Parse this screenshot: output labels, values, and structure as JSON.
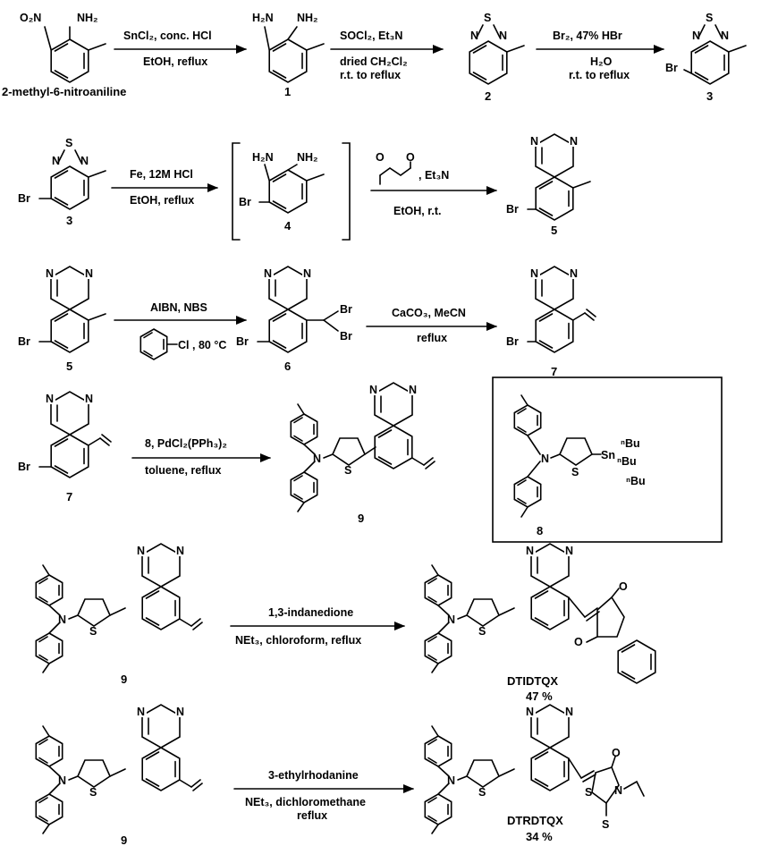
{
  "rows": [
    {
      "compounds": [
        {
          "id": "sm",
          "label": "2-methyl-6-nitroaniline"
        },
        {
          "id": "c1",
          "label": "1"
        },
        {
          "id": "c2",
          "label": "2"
        },
        {
          "id": "c3",
          "label": "3"
        }
      ],
      "steps": [
        {
          "above": "SnCl₂, conc. HCl",
          "below": "EtOH, reflux"
        },
        {
          "above": "SOCl₂, Et₃N",
          "below": "dried CH₂Cl₂",
          "below2": "r.t. to reflux"
        },
        {
          "above": "Br₂, 47% HBr",
          "below": "H₂O",
          "below2": "r.t. to reflux"
        }
      ]
    },
    {
      "compounds": [
        {
          "id": "c3b",
          "label": "3"
        },
        {
          "id": "c4",
          "label": "4"
        },
        {
          "id": "c5",
          "label": "5"
        }
      ],
      "steps": [
        {
          "above": "Fe, 12M HCl",
          "below": "EtOH, reflux"
        },
        {
          "above": ", Et₃N",
          "below": "EtOH, r.t."
        }
      ]
    },
    {
      "compounds": [
        {
          "id": "c5b",
          "label": "5"
        },
        {
          "id": "c6",
          "label": "6"
        },
        {
          "id": "c7",
          "label": "7"
        }
      ],
      "steps": [
        {
          "above": "AIBN, NBS",
          "below": ", 80 °C"
        },
        {
          "above": "CaCO₃, MeCN",
          "below": "reflux"
        }
      ]
    },
    {
      "compounds": [
        {
          "id": "c7b",
          "label": "7"
        },
        {
          "id": "c9",
          "label": "9"
        },
        {
          "id": "c8",
          "label": "8"
        }
      ],
      "steps": [
        {
          "above": "8, PdCl₂(PPh₃)₂",
          "below": "toluene, reflux"
        }
      ]
    },
    {
      "compounds": [
        {
          "id": "c9b",
          "label": "9"
        },
        {
          "id": "dtidtqx",
          "label": "DTIDTQX",
          "yield": "47 %"
        }
      ],
      "steps": [
        {
          "above": "1,3-indanedione",
          "below": "NEt₃, chloroform, reflux"
        }
      ]
    },
    {
      "compounds": [
        {
          "id": "c9c",
          "label": "9"
        },
        {
          "id": "dtrdtqx",
          "label": "DTRDTQX",
          "yield": "34 %"
        }
      ],
      "steps": [
        {
          "above": "3-ethylrhodanine",
          "below": "NEt₃, dichloromethane",
          "below2": "reflux"
        }
      ]
    }
  ],
  "atoms": {
    "n": "N",
    "s": "S",
    "o": "O",
    "br": "Br",
    "cl": "Cl",
    "sn": "Sn",
    "nh2": "NH₂",
    "h2n": "H₂N",
    "o2n": "O₂N",
    "nbu": "ⁿBu"
  }
}
